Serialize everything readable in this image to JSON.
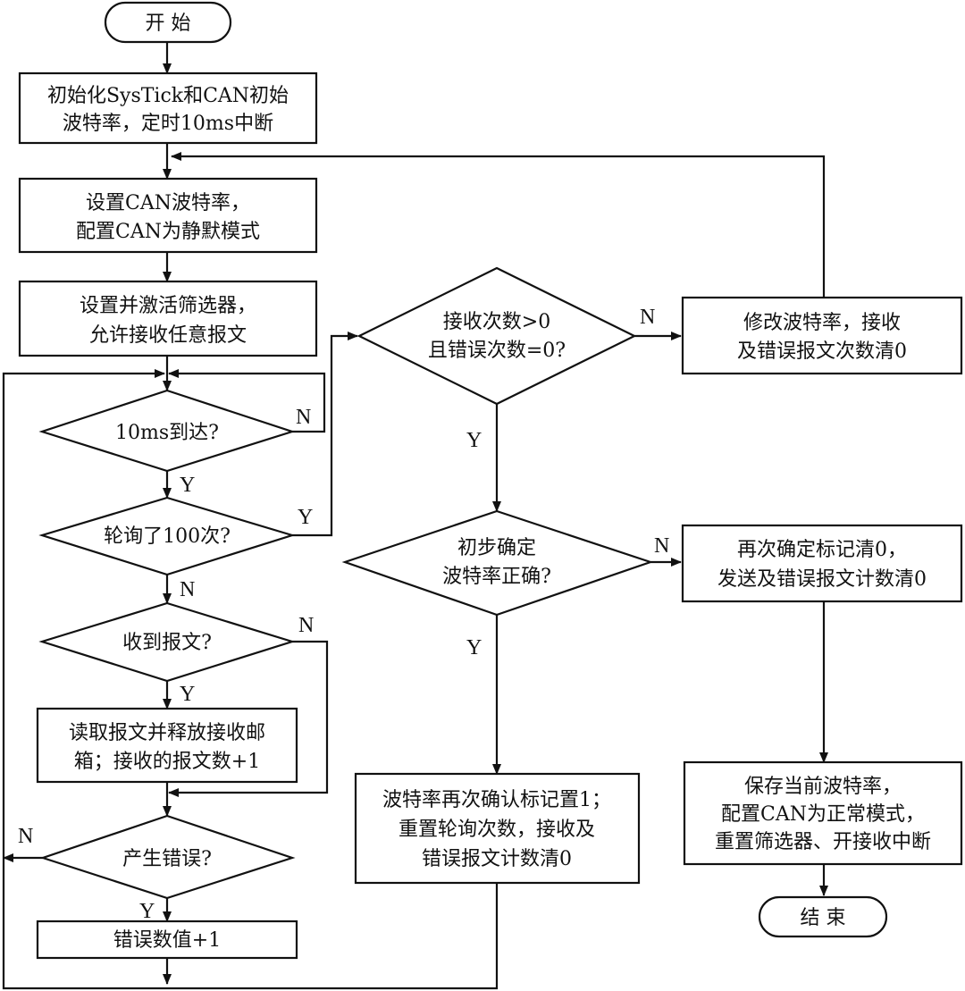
{
  "nodes": {
    "start": {
      "text": "开    始"
    },
    "init_systick": {
      "lines": [
        "初始化SysTick和CAN初始",
        "波特率，定时10ms中断"
      ]
    },
    "set_baud_silent": {
      "lines": [
        "设置CAN波特率，",
        "配置CAN为静默模式"
      ]
    },
    "set_filter": {
      "lines": [
        "设置并激活筛选器，",
        "允许接收任意报文"
      ]
    },
    "dec_10ms": {
      "text": "10ms到达?"
    },
    "dec_poll100": {
      "text": "轮询了100次?"
    },
    "dec_received": {
      "text": "收到报文?"
    },
    "read_msg": {
      "lines": [
        "读取报文并释放接收邮",
        "箱；接收的报文数+1"
      ]
    },
    "dec_error": {
      "text": "产生错误?"
    },
    "err_inc": {
      "text": "错误数值+1"
    },
    "dec_recv_err": {
      "lines": [
        "接收次数>0",
        "且错误次数=0?"
      ]
    },
    "modify_baud": {
      "lines": [
        "修改波特率，接收",
        "及错误报文次数清0"
      ]
    },
    "dec_prelim": {
      "lines": [
        "初步确定",
        "波特率正确?"
      ]
    },
    "reconfirm_clear": {
      "lines": [
        "再次确定标记清0，",
        "发送及错误报文计数清0"
      ]
    },
    "confirm_flag": {
      "lines": [
        "波特率再次确认标记置1；",
        "重置轮询次数，接收及",
        "错误报文计数清0"
      ]
    },
    "save_baud": {
      "lines": [
        "保存当前波特率，",
        "配置CAN为正常模式，",
        "重置筛选器、开接收中断"
      ]
    },
    "end": {
      "text": "结    束"
    }
  },
  "edge_labels": {
    "yes": "Y",
    "no": "N"
  }
}
